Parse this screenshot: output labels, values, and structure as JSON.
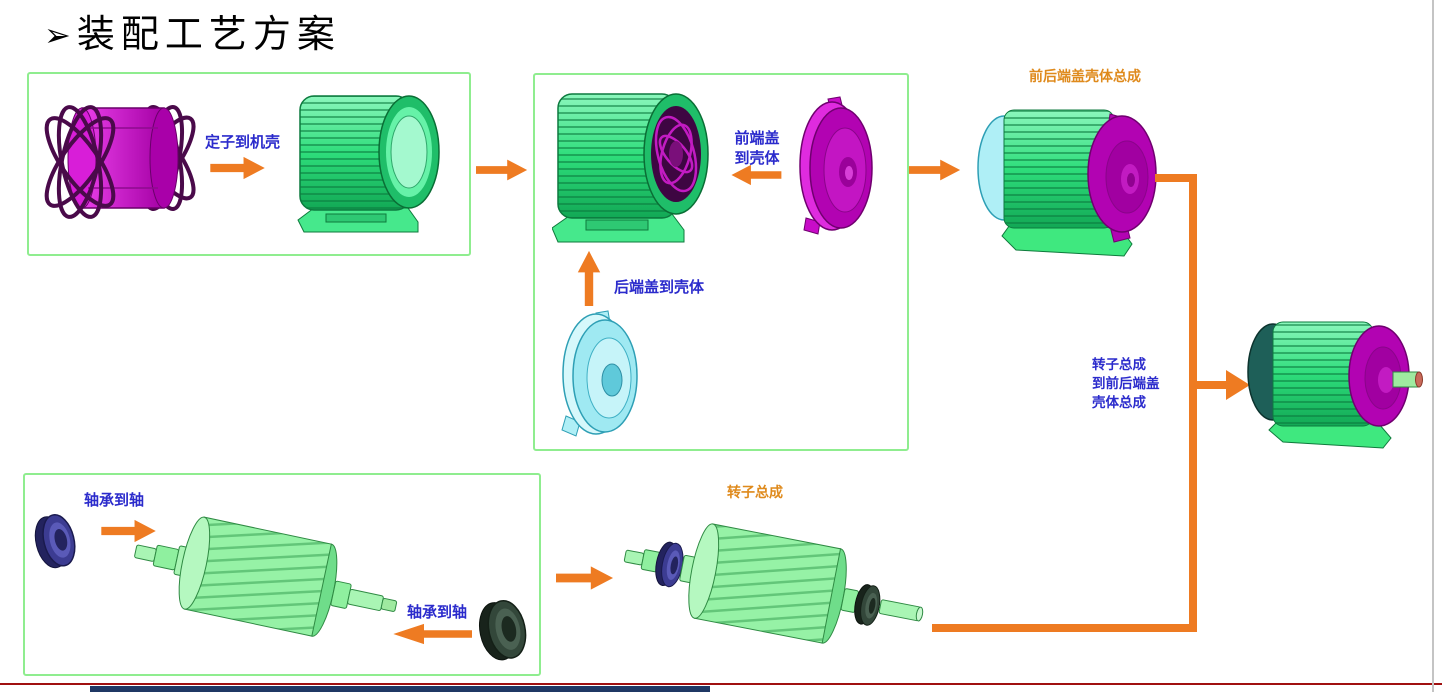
{
  "slide": {
    "bullet": "➢",
    "title": "装配工艺方案"
  },
  "labels": {
    "stator_to_frame": "定子到机壳",
    "front_cover_to_housing": "前端盖\n到壳体",
    "rear_cover_to_housing": "后端盖到壳体",
    "cover_housing_assembly": "前后端盖壳体总成",
    "bearing_to_shaft_left": "轴承到轴",
    "bearing_to_shaft_right": "轴承到轴",
    "rotor_assembly": "转子总成",
    "rotor_to_cover_housing": "转子总成\n到前后端盖\n壳体总成"
  },
  "colors": {
    "arrow_orange": "#EE7B22",
    "step_label_blue": "#2B2BCC",
    "assembly_label_orange": "#DF8A1C",
    "box_border_green": "#8FED8F",
    "part_magenta": "#C80CC8",
    "part_green": "#2EDD7B",
    "part_cyan": "#9FE9F2",
    "part_dark_teal": "#1E5F58",
    "bearing_navy": "#3C3C92",
    "bearing_dark_green": "#33473A",
    "footer_line_red": "#A01010",
    "footer_bar_navy": "#1F3864"
  }
}
